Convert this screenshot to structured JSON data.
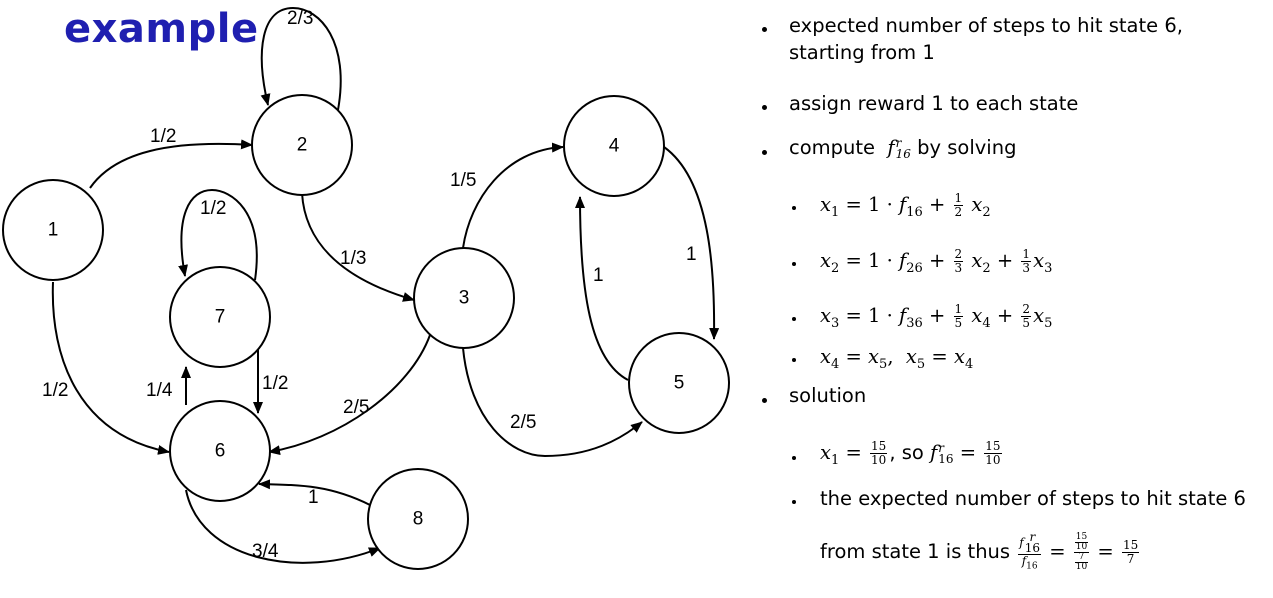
{
  "title": "example",
  "nodes": [
    {
      "id": "1",
      "label": "1"
    },
    {
      "id": "2",
      "label": "2"
    },
    {
      "id": "3",
      "label": "3"
    },
    {
      "id": "4",
      "label": "4"
    },
    {
      "id": "5",
      "label": "5"
    },
    {
      "id": "6",
      "label": "6"
    },
    {
      "id": "7",
      "label": "7"
    },
    {
      "id": "8",
      "label": "8"
    }
  ],
  "edges": [
    {
      "from": "1",
      "to": "2",
      "label": "1/2"
    },
    {
      "from": "1",
      "to": "6",
      "label": "1/2"
    },
    {
      "from": "2",
      "to": "2",
      "label": "2/3"
    },
    {
      "from": "2",
      "to": "3",
      "label": "1/3"
    },
    {
      "from": "3",
      "to": "4",
      "label": "1/5"
    },
    {
      "from": "3",
      "to": "5",
      "label": "2/5"
    },
    {
      "from": "3",
      "to": "6",
      "label": "2/5"
    },
    {
      "from": "4",
      "to": "5",
      "label": "1"
    },
    {
      "from": "5",
      "to": "4",
      "label": "1"
    },
    {
      "from": "6",
      "to": "7",
      "label": "1/4"
    },
    {
      "from": "6",
      "to": "8",
      "label": "3/4"
    },
    {
      "from": "7",
      "to": "6",
      "label": "1/2"
    },
    {
      "from": "7",
      "to": "7",
      "label": "1/2"
    },
    {
      "from": "8",
      "to": "6",
      "label": "1"
    }
  ],
  "notes": {
    "b1_line1": "expected number of steps to hit state 6,",
    "b1_line2": "starting from 1",
    "b2": "assign reward 1 to each state",
    "b3": "compute",
    "b3_after": "by solving",
    "b4": "solution",
    "b4_so": ", so",
    "b4_text": "the expected number of steps to hit state 6",
    "b4_text2": "from state 1 is thus"
  }
}
